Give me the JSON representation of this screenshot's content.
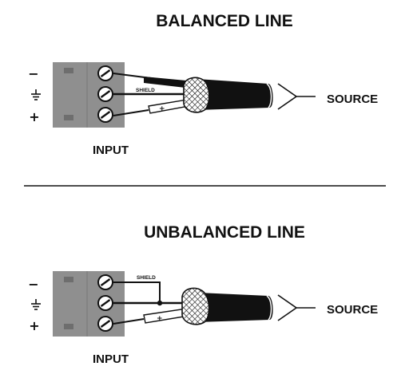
{
  "balanced": {
    "title": "BALANCED LINE",
    "pin_minus": "−",
    "pin_plus": "+",
    "input_label": "INPUT",
    "shield_label": "SHIELD",
    "plus_marker": "+",
    "source_label": "SOURCE"
  },
  "unbalanced": {
    "title": "UNBALANCED LINE",
    "pin_minus": "−",
    "pin_plus": "+",
    "input_label": "INPUT",
    "shield_label": "SHIELD",
    "plus_marker": "+",
    "source_label": "SOURCE"
  },
  "icons": {
    "ground": "ground-icon",
    "screw": "screw-terminal-icon"
  },
  "colors": {
    "ink": "#111111",
    "connector": "#8f8f8f",
    "connector_dark": "#6e6e6e",
    "cable": "#111111",
    "background": "#ffffff"
  }
}
